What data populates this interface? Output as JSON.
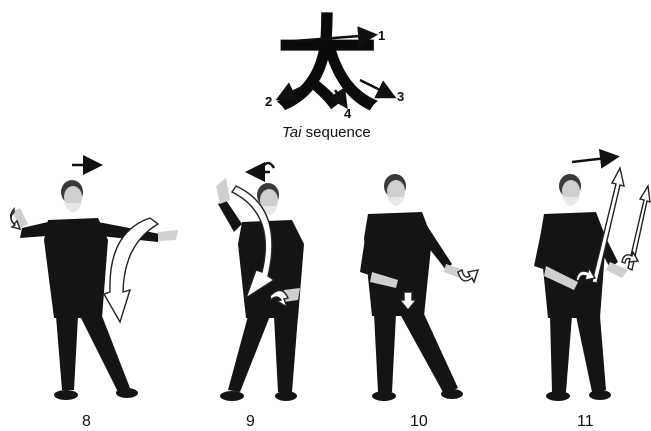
{
  "character": {
    "glyph": "太",
    "stroke_numbers": [
      "1",
      "2",
      "3",
      "4"
    ]
  },
  "caption": {
    "italic": "Tai",
    "rest": " sequence"
  },
  "steps": [
    {
      "label": "8"
    },
    {
      "label": "9"
    },
    {
      "label": "10"
    },
    {
      "label": "11"
    }
  ],
  "colors": {
    "figure": "#141414",
    "background": "#ffffff",
    "arrow_fill": "#ffffff"
  }
}
